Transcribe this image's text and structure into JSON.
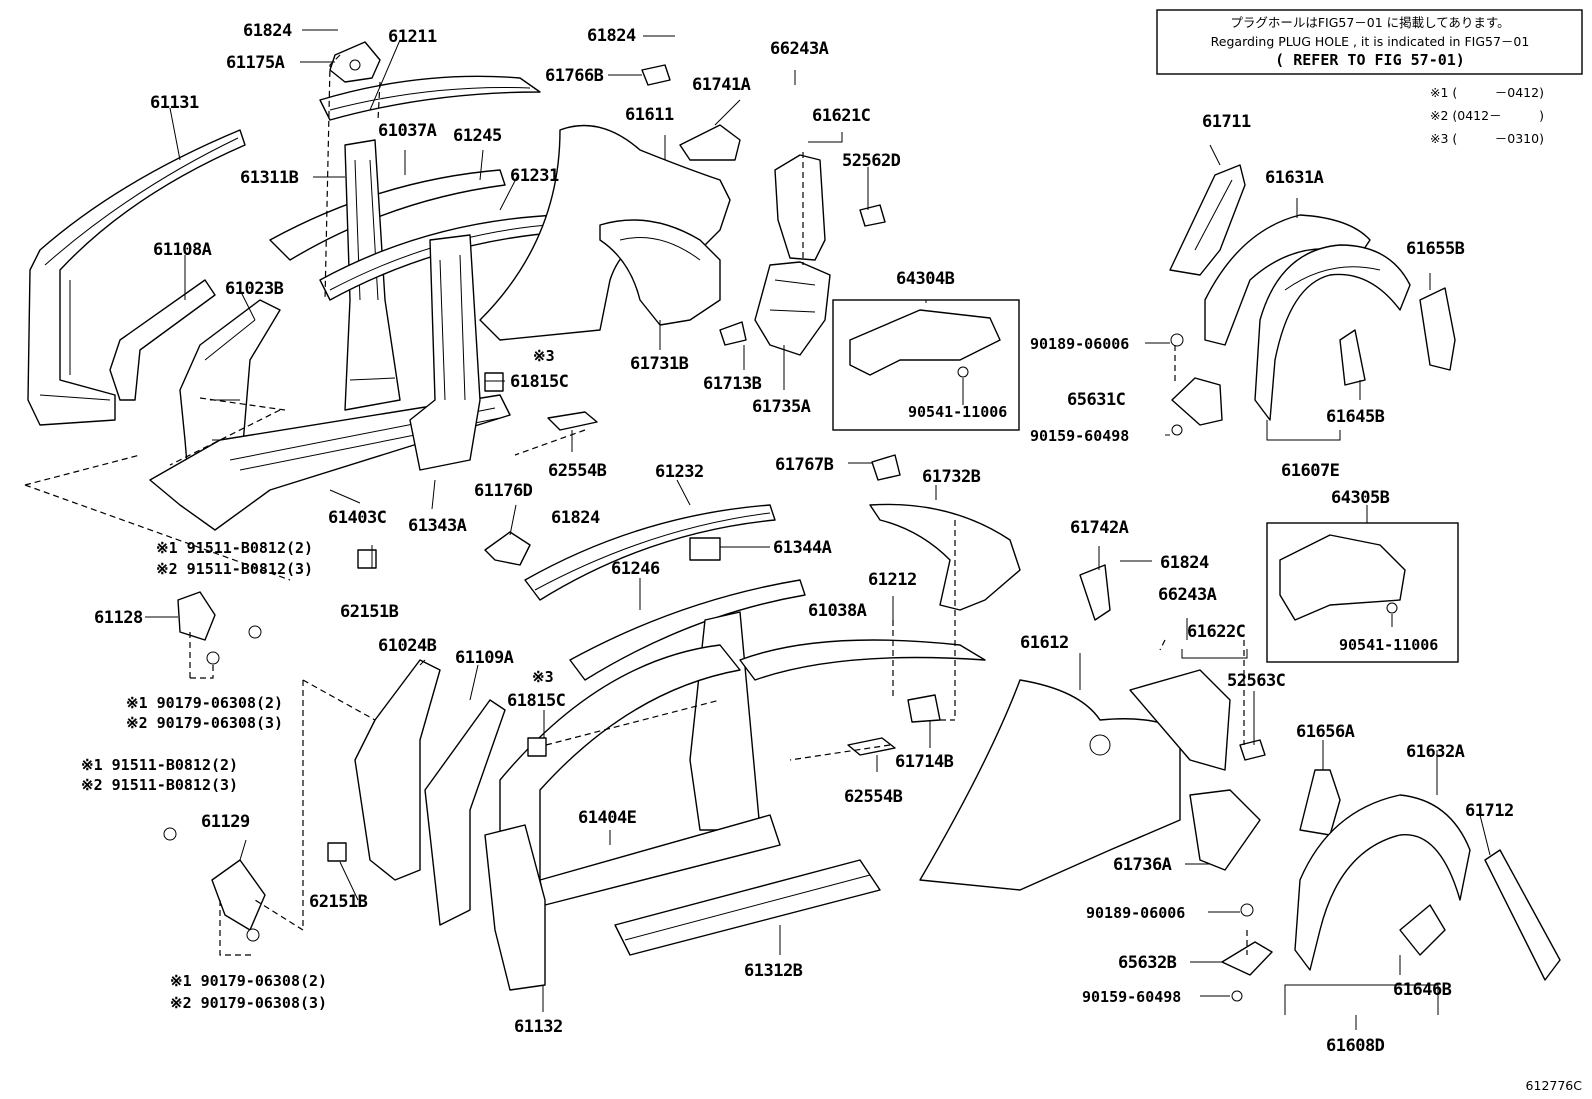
{
  "notice": {
    "line1": "プラグホールはFIG57－01 に掲載してあります。",
    "line2": "Regarding  PLUG HOLE , it is indicated in FIG57－01",
    "line3": "( REFER TO FIG 57-01)"
  },
  "legend": [
    "※1 (　　　－0412)",
    "※2 (0412－　　　)",
    "※3 (　　　－0310)"
  ],
  "labels": {
    "p61824_a": "61824",
    "p61211": "61211",
    "p61175A": "61175A",
    "p61131": "61131",
    "p61037A": "61037A",
    "p61245": "61245",
    "p61311B": "61311B",
    "p61231": "61231",
    "p61108A": "61108A",
    "p61023B": "61023B",
    "p61824_b": "61824",
    "p61766B": "61766B",
    "p61741A": "61741A",
    "p61611": "61611",
    "p66243A_a": "66243A",
    "p61621C": "61621C",
    "p52562D": "52562D",
    "p61711": "61711",
    "p61631A": "61631A",
    "p61655B": "61655B",
    "p64304B": "64304B",
    "p90189_a": "90189-06006",
    "p65631C": "65631C",
    "p90159_a": "90159-60498",
    "p90541_a": "90541-11006",
    "p61645B": "61645B",
    "p61607E": "61607E",
    "p61731B": "61731B",
    "p61713B": "61713B",
    "p61735A": "61735A",
    "p61815C_a": "61815C",
    "p62554B_a": "62554B",
    "p61403C": "61403C",
    "p61343A": "61343A",
    "p61232": "61232",
    "p61176D": "61176D",
    "p61824_c": "61824",
    "p61767B": "61767B",
    "p61732B": "61732B",
    "p61344A": "61344A",
    "p61742A": "61742A",
    "p61824_d": "61824",
    "p64305B": "64305B",
    "p90541_b": "90541-11006",
    "p61246": "61246",
    "p61212": "61212",
    "p61038A": "61038A",
    "p66243A_b": "66243A",
    "p61622C": "61622C",
    "p52563C": "52563C",
    "p61612": "61612",
    "p61128": "61128",
    "p62151B_a": "62151B",
    "p61024B": "61024B",
    "p61109A": "61109A",
    "p61815C_b": "61815C",
    "p61714B": "61714B",
    "p62554B_b": "62554B",
    "p61404E": "61404E",
    "p61656A": "61656A",
    "p61632A": "61632A",
    "p61712": "61712",
    "p61736A": "61736A",
    "p61129": "61129",
    "p62151B_b": "62151B",
    "p90189_b": "90189-06006",
    "p65632B": "65632B",
    "p90159_b": "90159-60498",
    "p61646B": "61646B",
    "p61312B": "61312B",
    "p61132": "61132",
    "p61608D": "61608D",
    "bolt1_1": "※1 91511-B0812(2)",
    "bolt1_2": "※2 91511-B0812(3)",
    "nut1_1": "※1 90179-06308(2)",
    "nut1_2": "※2 90179-06308(3)",
    "bolt2_1": "※1 91511-B0812(2)",
    "bolt2_2": "※2 91511-B0812(3)",
    "nut2_1": "※1 90179-06308(2)",
    "nut2_2": "※2 90179-06308(3)",
    "mark3_a": "※3",
    "mark3_b": "※3"
  },
  "figure_id": "612776C"
}
